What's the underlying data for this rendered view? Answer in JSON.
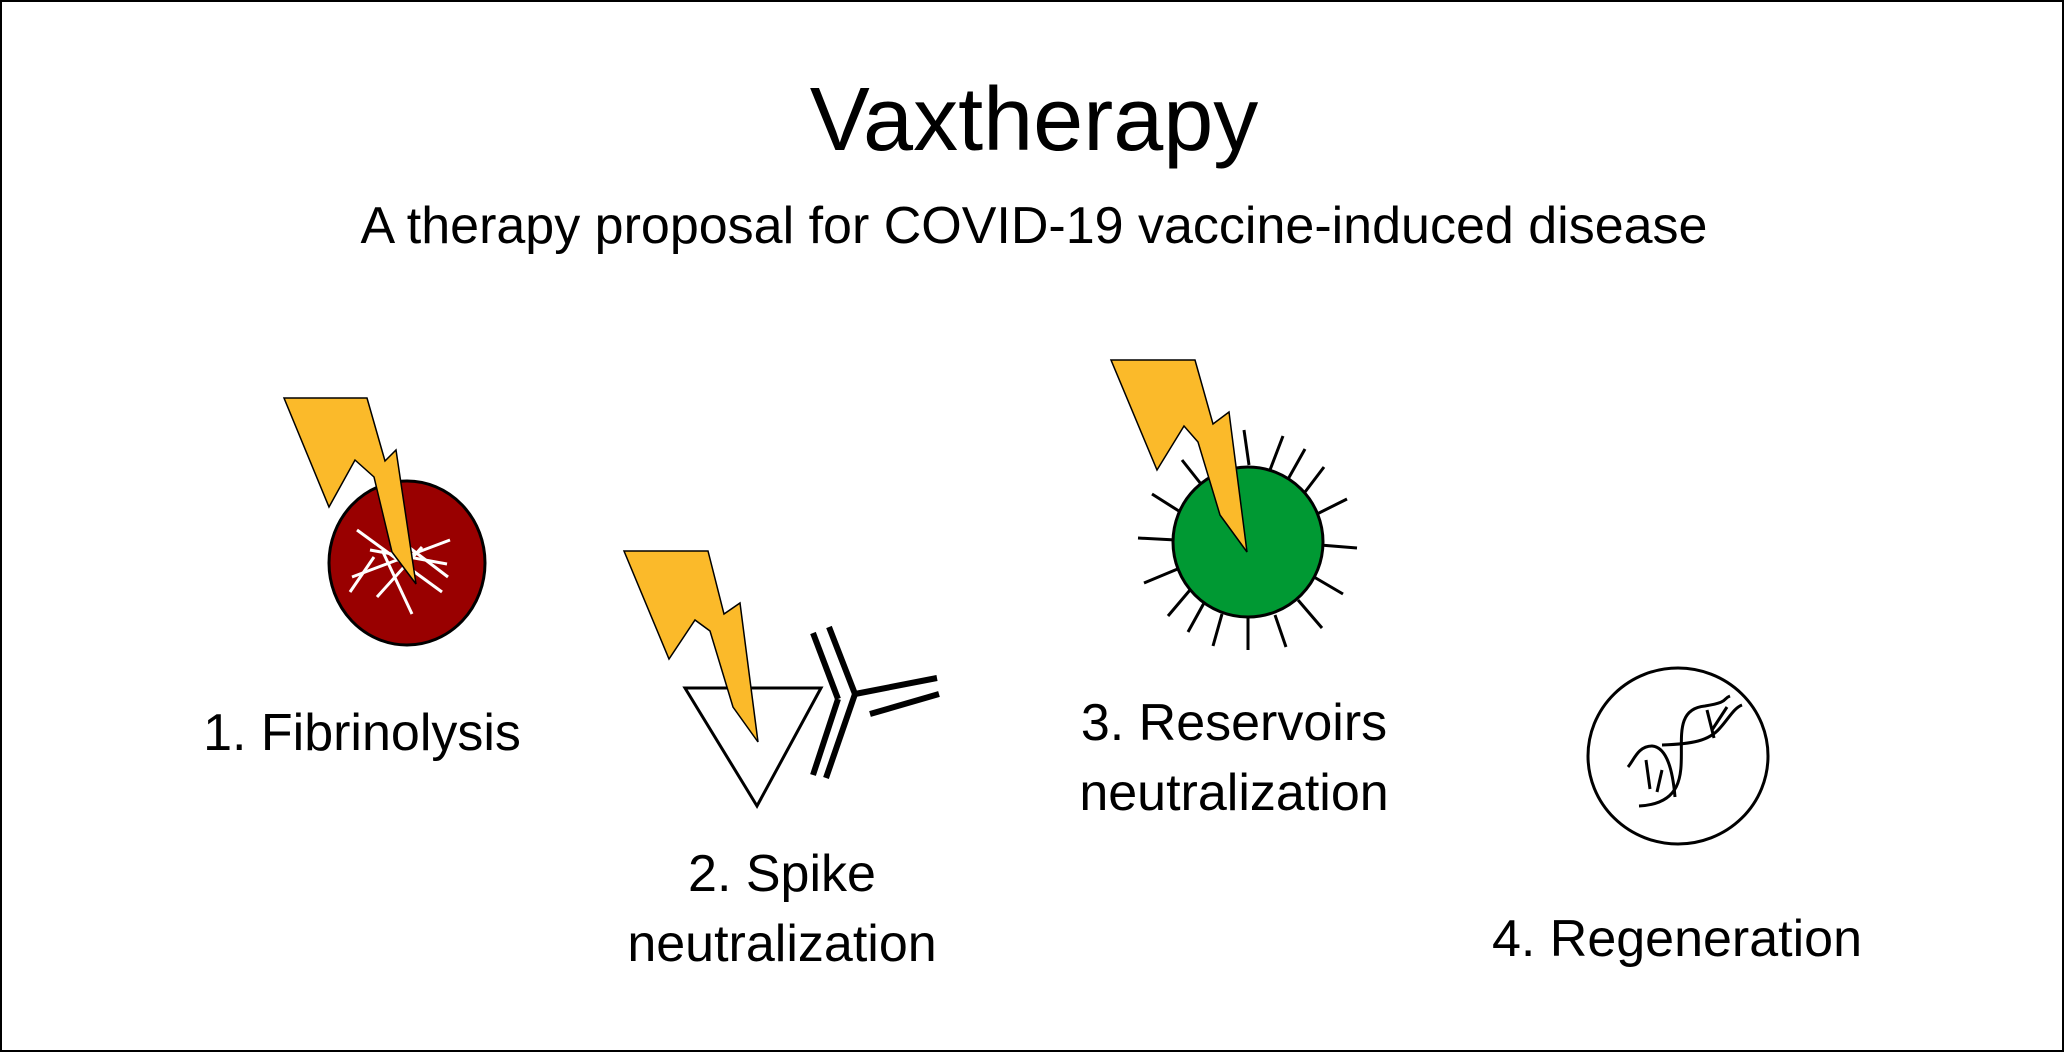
{
  "title": "Vaxtherapy",
  "subtitle": "A therapy proposal for COVID-19 vaccine-induced disease",
  "steps": [
    {
      "label": "1. Fibrinolysis",
      "icon": "blood-clot-icon"
    },
    {
      "label_line1": "2. Spike",
      "label_line2": "neutralization",
      "icon": "antibody-spike-icon"
    },
    {
      "label_line1": "3. Reservoirs",
      "label_line2": "neutralization",
      "icon": "virus-reservoir-icon"
    },
    {
      "label": "4. Regeneration",
      "icon": "dna-cell-icon"
    }
  ],
  "colors": {
    "lightning": "#FBBA2A",
    "clot": "#990000",
    "reservoir": "#009933",
    "stroke": "#000000"
  }
}
